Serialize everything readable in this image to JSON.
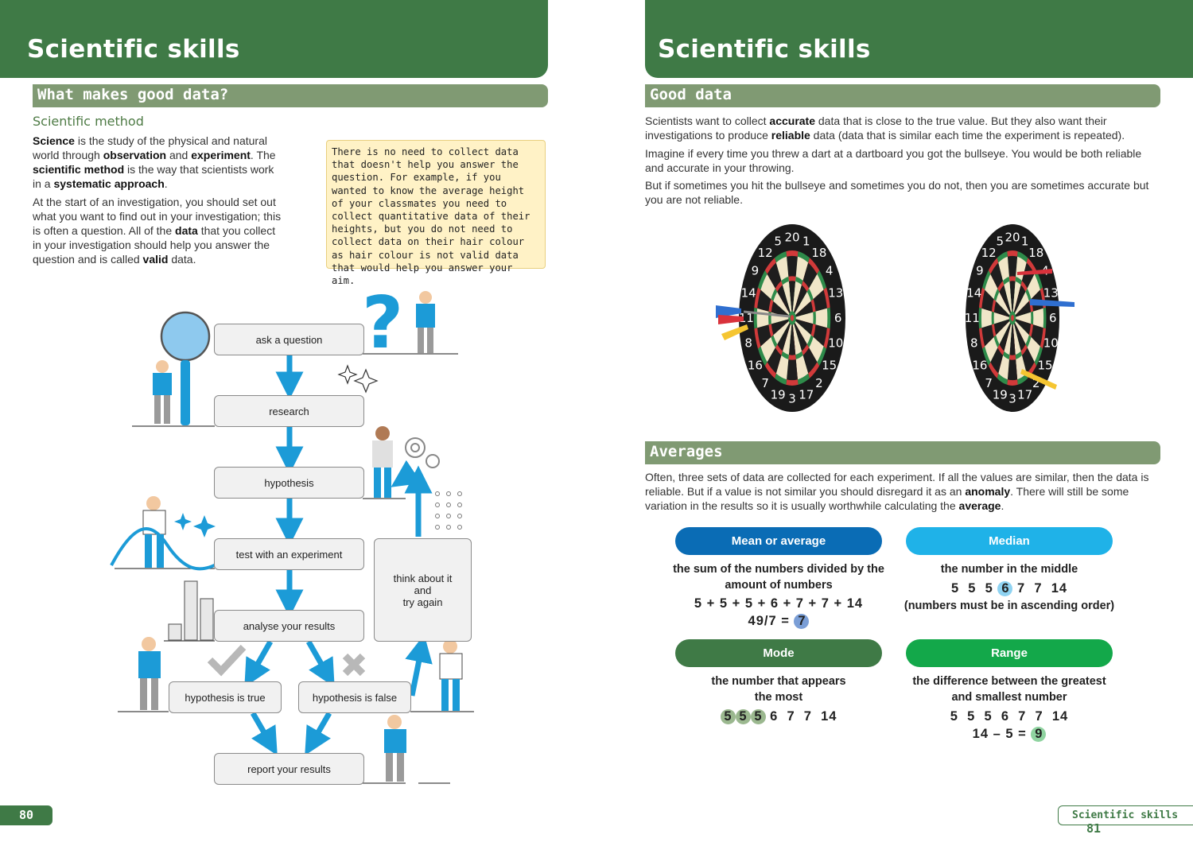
{
  "left": {
    "header_title": "Scientific skills",
    "section_title": "What makes good data?",
    "subheading": "Scientific method",
    "para1": [
      {
        "t": "Science",
        "b": true
      },
      {
        "t": " is the study of the physical and natural world through ",
        "b": false
      },
      {
        "t": "observation",
        "b": true
      },
      {
        "t": " and ",
        "b": false
      },
      {
        "t": "experiment",
        "b": true
      },
      {
        "t": ". The ",
        "b": false
      },
      {
        "t": "scientific method",
        "b": true
      },
      {
        "t": " is the way that scientists work in a ",
        "b": false
      },
      {
        "t": "systematic approach",
        "b": true
      },
      {
        "t": ".",
        "b": false
      }
    ],
    "para2": [
      {
        "t": "At the start of an investigation, you should set out what you want to find out in your investigation; this is often a question. All of the ",
        "b": false
      },
      {
        "t": "data",
        "b": true
      },
      {
        "t": " that you collect in your investigation should help you answer the question and is called ",
        "b": false
      },
      {
        "t": "valid",
        "b": true
      },
      {
        "t": " data.",
        "b": false
      }
    ],
    "callout": "There is no need to collect data that doesn't help you answer the question. For example, if you wanted to know the average height of your classmates you need to collect quantitative data of their heights, but you do not need to collect data on their hair colour as hair colour is not valid data that would help you answer your aim.",
    "flow": {
      "ask": "ask a question",
      "research": "research",
      "hypothesis": "hypothesis",
      "test": "test with an experiment",
      "analyse": "analyse your results",
      "think_1": "think about it",
      "think_2": "and",
      "think_3": "try again",
      "true": "hypothesis is true",
      "false": "hypothesis is false",
      "report": "report your results"
    },
    "page_number": "80"
  },
  "right": {
    "header_title": "Scientific skills",
    "good_data_title": "Good data",
    "gd_p1": [
      {
        "t": "Scientists want to collect ",
        "b": false
      },
      {
        "t": "accurate",
        "b": true
      },
      {
        "t": " data that is close to the true value. But they also want their investigations to produce ",
        "b": false
      },
      {
        "t": "reliable",
        "b": true
      },
      {
        "t": " data (data that is similar each time the experiment is repeated).",
        "b": false
      }
    ],
    "gd_p2": "Imagine if every time you threw a dart at a dartboard you got the bullseye. You would be both reliable and accurate in your throwing.",
    "gd_p3": "But if sometimes you hit the bullseye and sometimes you do not, then you are sometimes accurate but you are not reliable.",
    "dartboard_numbers": [
      "20",
      "1",
      "18",
      "4",
      "13",
      "6",
      "10",
      "15",
      "2",
      "17",
      "3",
      "19",
      "7",
      "16",
      "8",
      "11",
      "14",
      "9",
      "12",
      "5"
    ],
    "averages_title": "Averages",
    "avg_p": [
      {
        "t": "Often, three sets of data are collected for each experiment. If all the values are similar, then the data is reliable. But if a value is not similar you should disregard it as an ",
        "b": false
      },
      {
        "t": "anomaly",
        "b": true
      },
      {
        "t": ". There will still be some variation in the results so it is usually worthwhile calculating the ",
        "b": false
      },
      {
        "t": "average",
        "b": true
      },
      {
        "t": ".",
        "b": false
      }
    ],
    "mean": {
      "label": "Mean or average",
      "desc_1": "the sum of the numbers divided by the",
      "desc_2": "amount of numbers",
      "sum": "5 + 5 + 5 + 6 + 7 + 7 + 14",
      "result_prefix": "49/7 = ",
      "result": "7",
      "color": "#0a6cb5"
    },
    "median": {
      "label": "Median",
      "desc": "the number in the middle",
      "nums_before": "5  5  5",
      "mid": "6",
      "nums_after": "7  7  14",
      "note": "(numbers must be in ascending order)",
      "color": "#1fb2e8"
    },
    "mode": {
      "label": "Mode",
      "desc_1": "the number that appears",
      "desc_2": "the most",
      "hl": [
        "5",
        "5",
        "5"
      ],
      "rest": "6  7  7  14",
      "color": "#3f7a46"
    },
    "range": {
      "label": "Range",
      "desc_1": "the difference between the greatest",
      "desc_2": "and smallest number",
      "nums": "5  5  5  6  7  7  14",
      "calc_prefix": "14 – 5 = ",
      "calc_result": "9",
      "color": "#13a84a"
    },
    "footer_label": "Scientific skills",
    "page_number": "81"
  }
}
